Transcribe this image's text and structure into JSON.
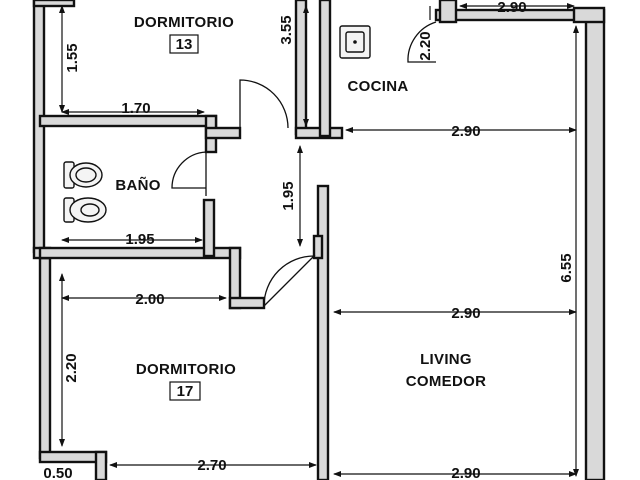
{
  "rooms": {
    "bedroom_top": "DORMITORIO",
    "bedroom_top_num": "13",
    "kitchen": "COCINA",
    "bathroom": "BAÑO",
    "bedroom_bottom": "DORMITORIO",
    "bedroom_bottom_num": "17",
    "living_1": "LIVING",
    "living_2": "COMEDOR"
  },
  "dimensions": {
    "top_bedroom_height": "1.55",
    "top_bedroom_width": "1.70",
    "top_right_depth": "3.55",
    "kitchen_depth": "2.20",
    "kitchen_width_top": "2.90",
    "kitchen_width": "2.90",
    "hall_height": "1.95",
    "bathroom_width": "1.95",
    "total_height": "6.55",
    "bedroom_width": "2.00",
    "living_width_mid": "2.90",
    "bedroom_height": "2.20",
    "bedroom_width_bottom": "2.70",
    "small_width": "0.50",
    "living_width_bottom": "2.90"
  }
}
